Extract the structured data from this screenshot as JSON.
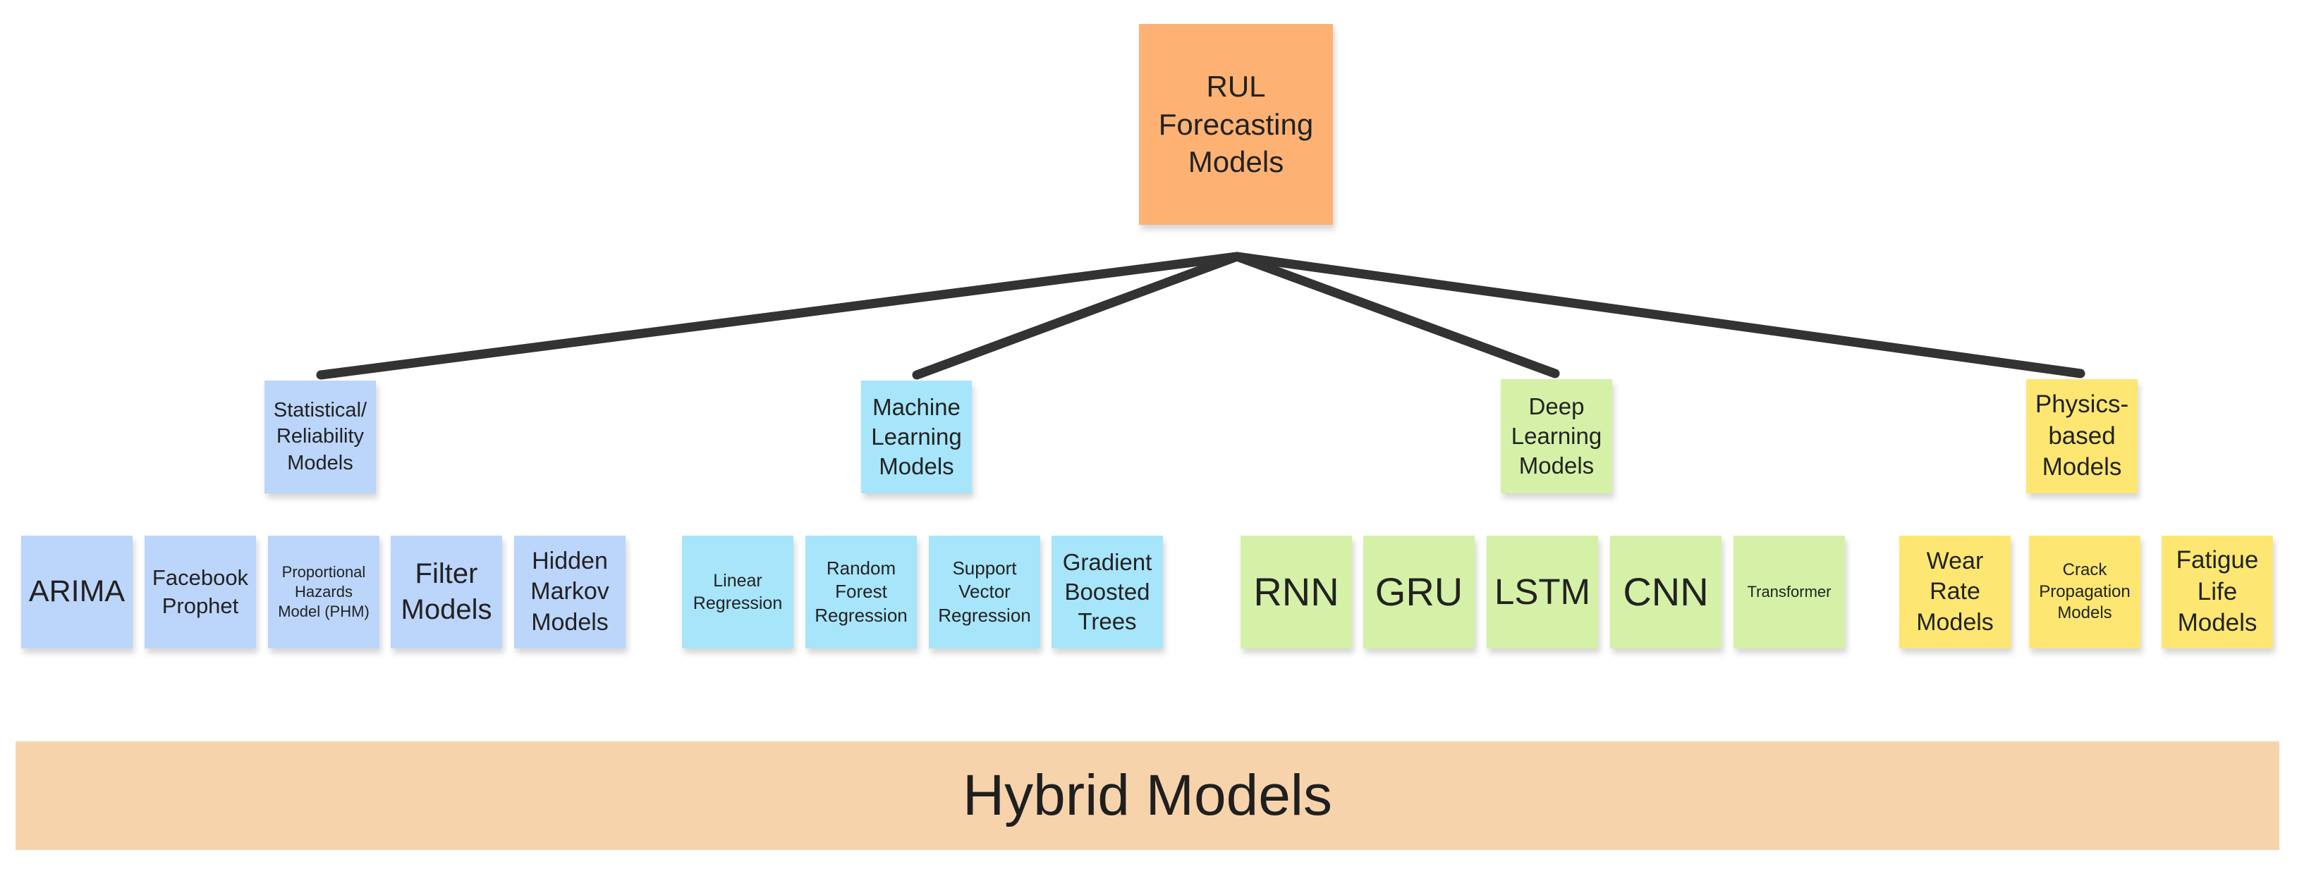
{
  "root": {
    "label": "RUL\nForecasting\nModels",
    "color": "#fdb274"
  },
  "categories": [
    {
      "label": "Statistical/\nReliability\nModels",
      "color": "#bcd5fb",
      "items": [
        "ARIMA",
        "Facebook\nProphet",
        "Proportional\nHazards\nModel (PHM)",
        "Filter\nModels",
        "Hidden\nMarkov\nModels"
      ]
    },
    {
      "label": "Machine\nLearning\nModels",
      "color": "#a7e5fb",
      "items": [
        "Linear\nRegression",
        "Random\nForest\nRegression",
        "Support\nVector\nRegression",
        "Gradient\nBoosted\nTrees"
      ]
    },
    {
      "label": "Deep\nLearning\nModels",
      "color": "#d5f1a7",
      "items": [
        "RNN",
        "GRU",
        "LSTM",
        "CNN",
        "Transformer"
      ]
    },
    {
      "label": "Physics-\nbased\nModels",
      "color": "#fde772",
      "items": [
        "Wear\nRate\nModels",
        "Crack\nPropagation\nModels",
        "Fatigue\nLife\nModels"
      ]
    }
  ],
  "hybrid": {
    "label": "Hybrid Models",
    "color": "#f7d3ac"
  },
  "connector_color": "#333333"
}
